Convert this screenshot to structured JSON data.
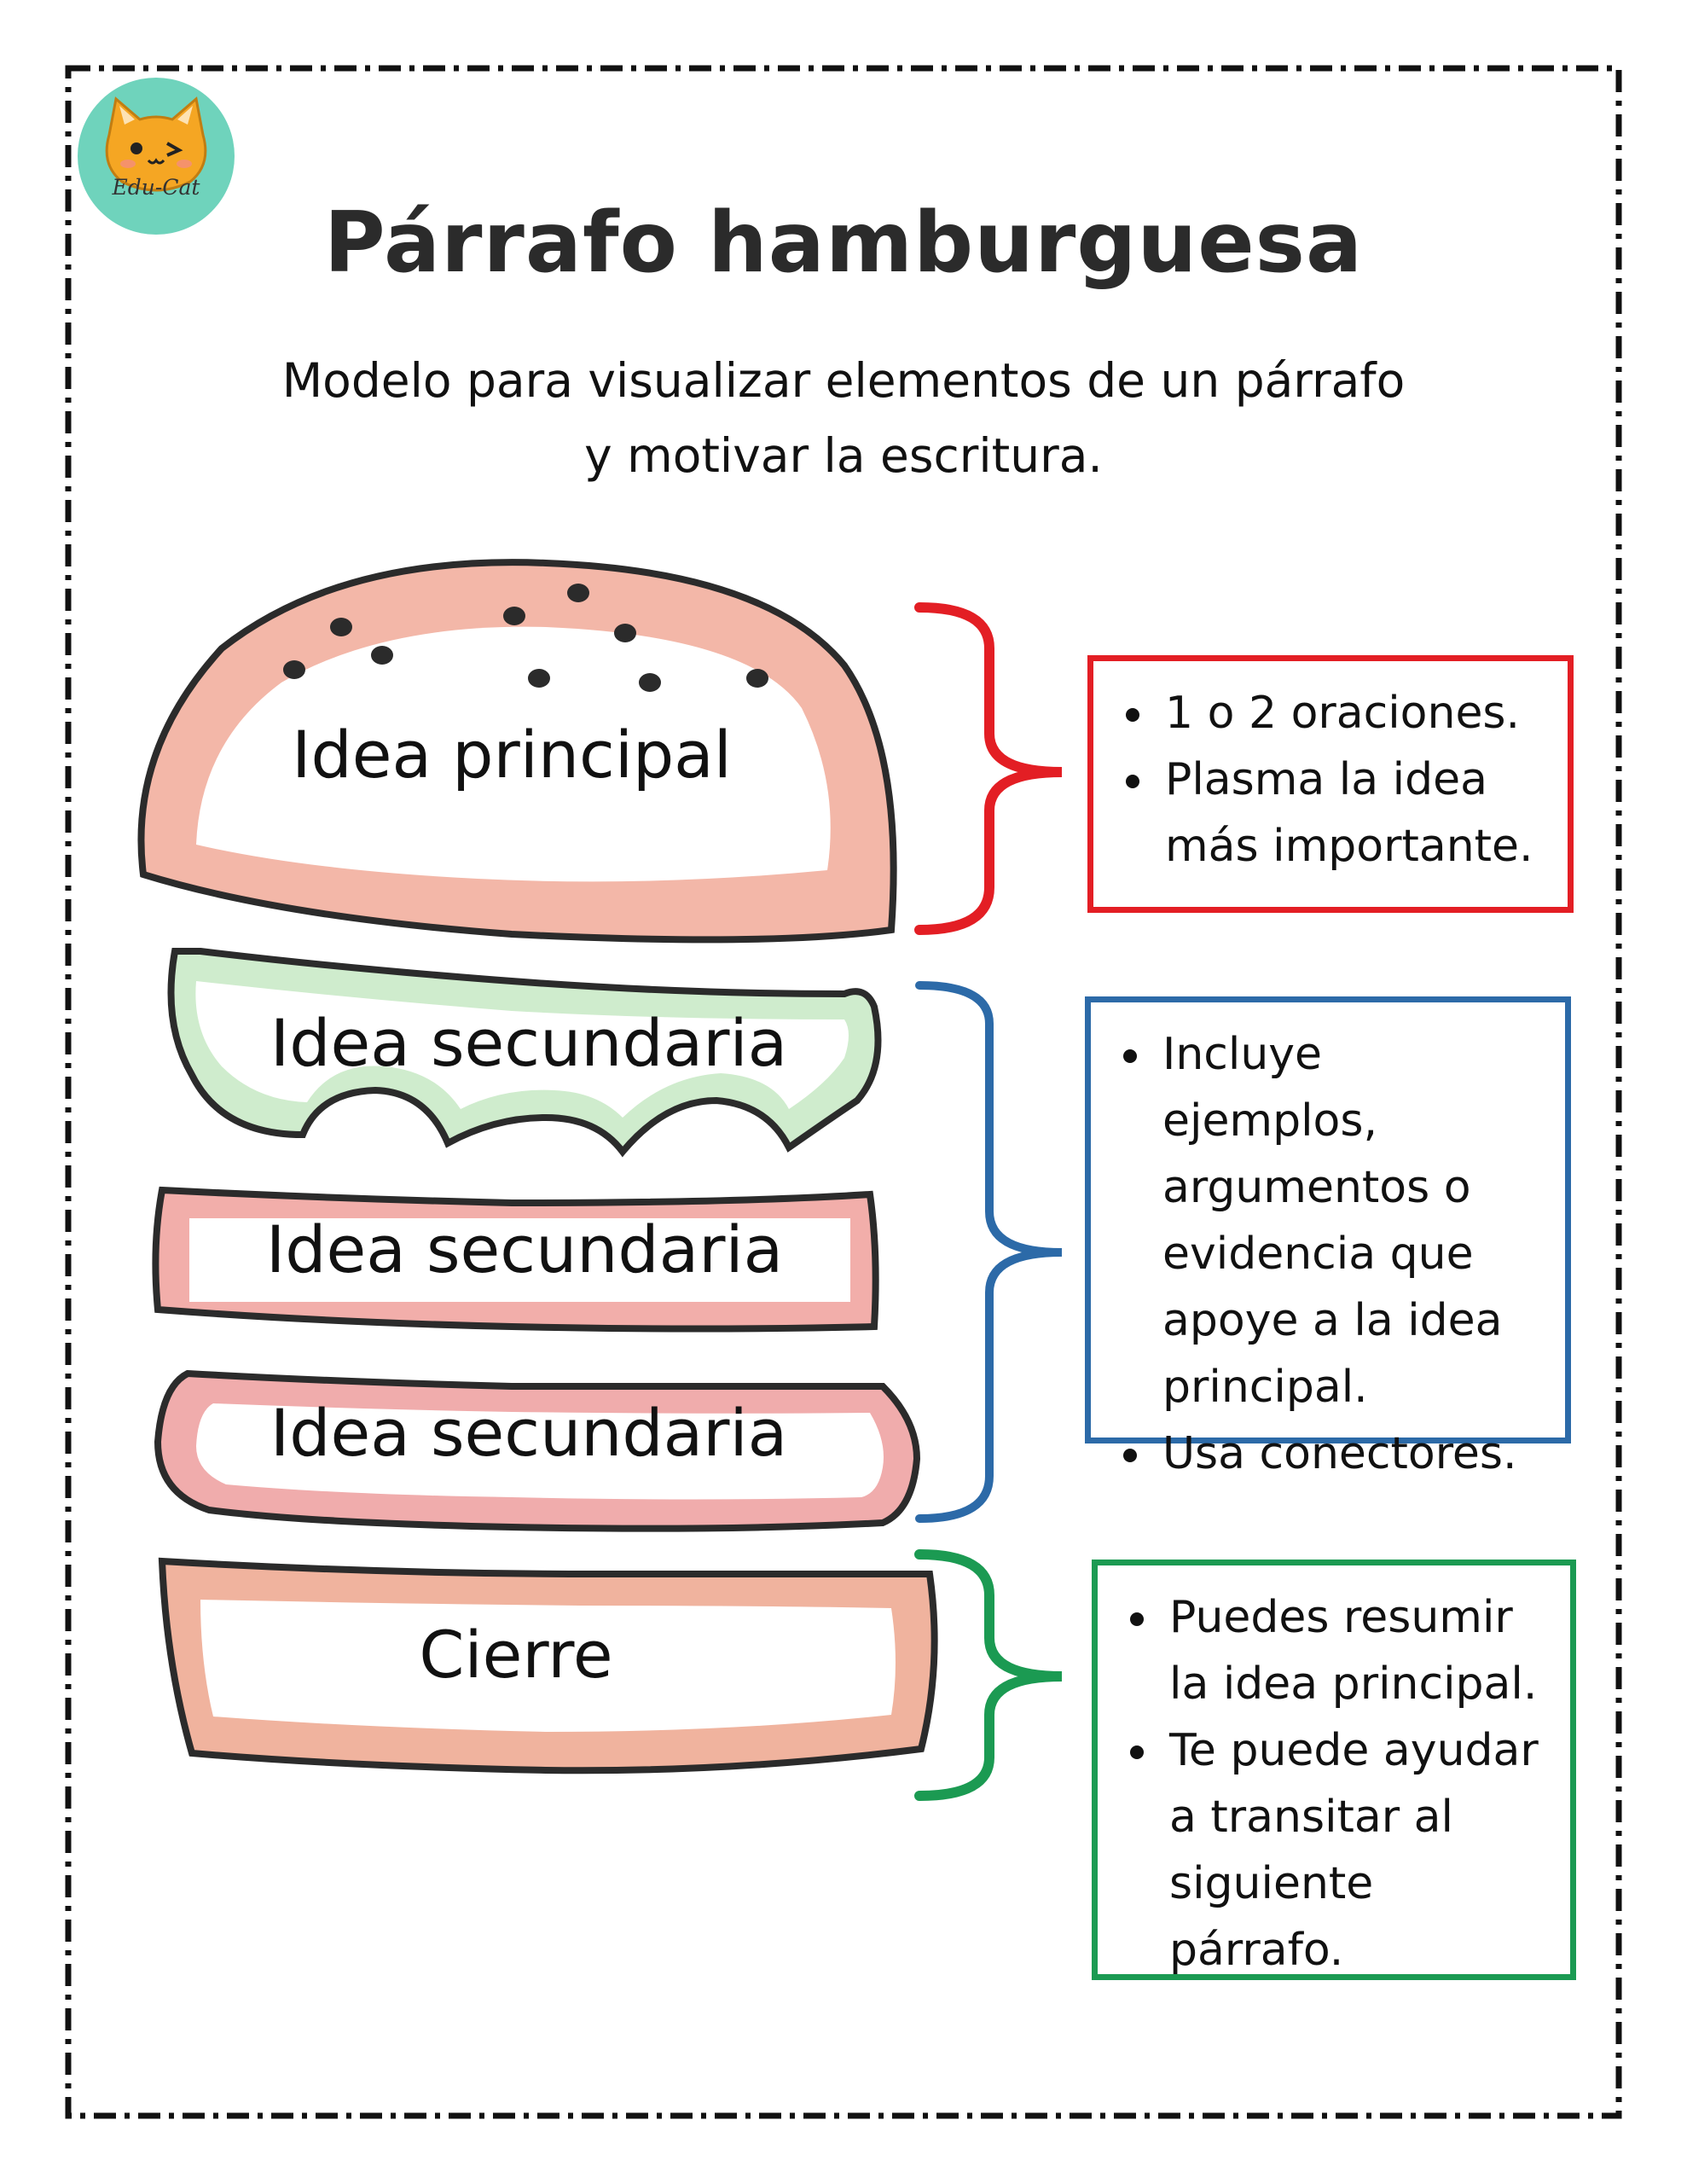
{
  "logo": {
    "text": "Edu-Cat"
  },
  "title": "Párrafo hamburguesa",
  "subtitle": {
    "line1": "Modelo para visualizar elementos de un párrafo",
    "line2": "y motivar la escritura."
  },
  "layers": {
    "top_bun": "Idea principal",
    "lettuce": "Idea secundaria",
    "tomato": "Idea secundaria",
    "patty": "Idea secundaria",
    "bottom_bun": "Cierre"
  },
  "boxes": {
    "principal": {
      "color": "#e31e24",
      "items": [
        "1 o 2 oraciones.",
        "Plasma la idea más importante."
      ]
    },
    "secundaria": {
      "color": "#2c6aa8",
      "items": [
        "Incluye ejemplos, argumentos o evidencia que apoye a la idea principal.",
        "Usa conectores."
      ]
    },
    "cierre": {
      "color": "#1b9a52",
      "items": [
        "Puedes resumir la idea principal.",
        "Te puede ayudar a transitar al siguiente párrafo."
      ]
    }
  }
}
